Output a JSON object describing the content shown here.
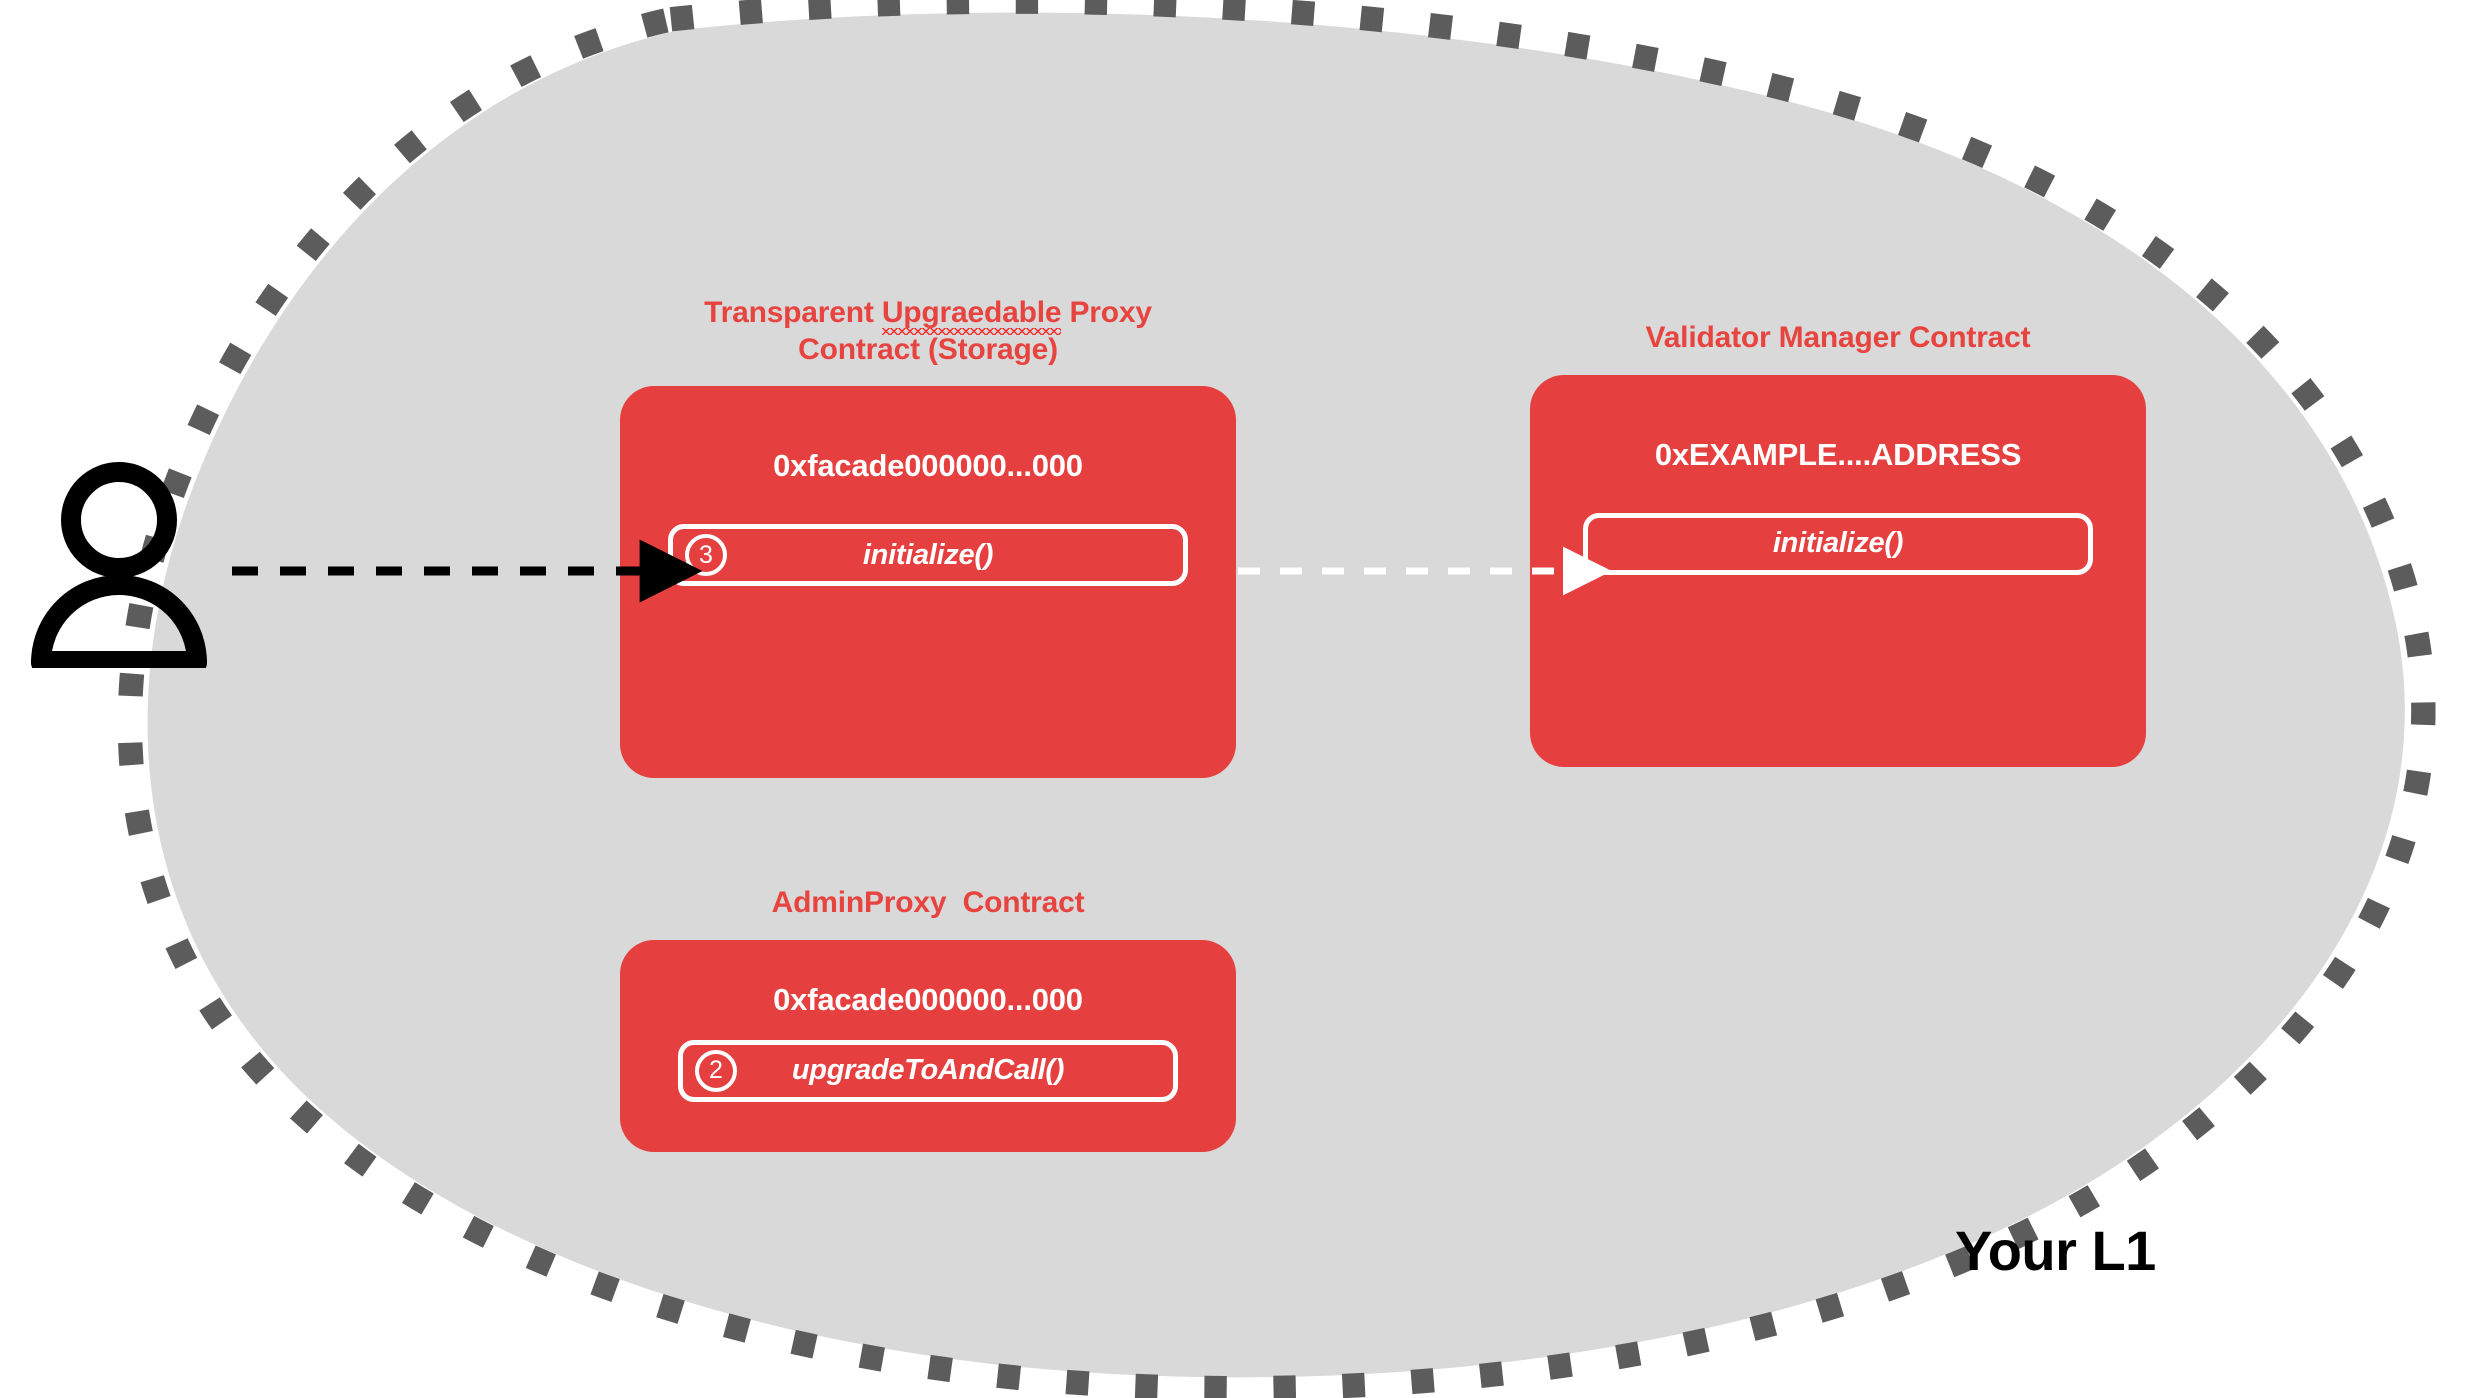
{
  "diagram": {
    "network_label": "Your L1",
    "colors": {
      "card_red": "#E5403F",
      "title_red": "#E8443F",
      "blob_gray": "#D9D9D9",
      "boundary_gray": "#5C5C5C",
      "white": "#FFFFFF",
      "black": "#000000"
    },
    "actor": {
      "icon": "user-icon",
      "label": ""
    },
    "contracts": [
      {
        "id": "transparent-upgradeable-proxy",
        "title_line1_prefix": "Transparent ",
        "title_misspelled_word": "Upgraedable",
        "title_line1_suffix": " Proxy",
        "title_line2": "Contract (Storage)",
        "title_full": "Transparent Upgraedable Proxy Contract (Storage)",
        "address": "0xfacade000000...000",
        "functions": [
          {
            "step": "3",
            "name": "initialize()"
          }
        ]
      },
      {
        "id": "validator-manager",
        "title_full": "Validator Manager Contract",
        "address": "0xEXAMPLE....ADDRESS",
        "functions": [
          {
            "step": "",
            "name": "initialize()"
          }
        ]
      },
      {
        "id": "admin-proxy",
        "title_full": "AdminProxy  Contract",
        "address": "0xfacade000000...000",
        "functions": [
          {
            "step": "2",
            "name": "upgradeToAndCall()"
          }
        ]
      }
    ],
    "connections": [
      {
        "id": "user-to-proxy",
        "style": "dashed-black",
        "from": "user-icon",
        "to": "transparent-upgradeable-proxy.initialize()"
      },
      {
        "id": "proxy-to-validator-manager",
        "style": "dashed-white",
        "from": "transparent-upgradeable-proxy.initialize()",
        "to": "validator-manager.initialize()"
      }
    ]
  }
}
